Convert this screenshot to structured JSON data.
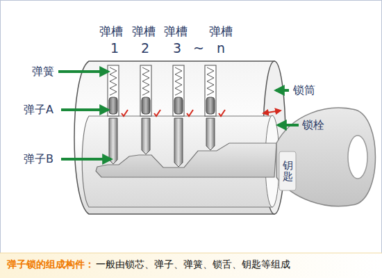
{
  "diagram": {
    "labels": [
      "弹槽",
      "弹槽",
      "弹槽",
      "弹槽",
      "1",
      "2",
      "3",
      "~",
      "n",
      "弹簧",
      "弹子A",
      "弹子B",
      "锁筒",
      "锁栓",
      "钥匙",
      "弹子锁的组成构件：",
      "一般由锁芯、弹子、弹簧、锁舌、钥匙等组成"
    ]
  }
}
